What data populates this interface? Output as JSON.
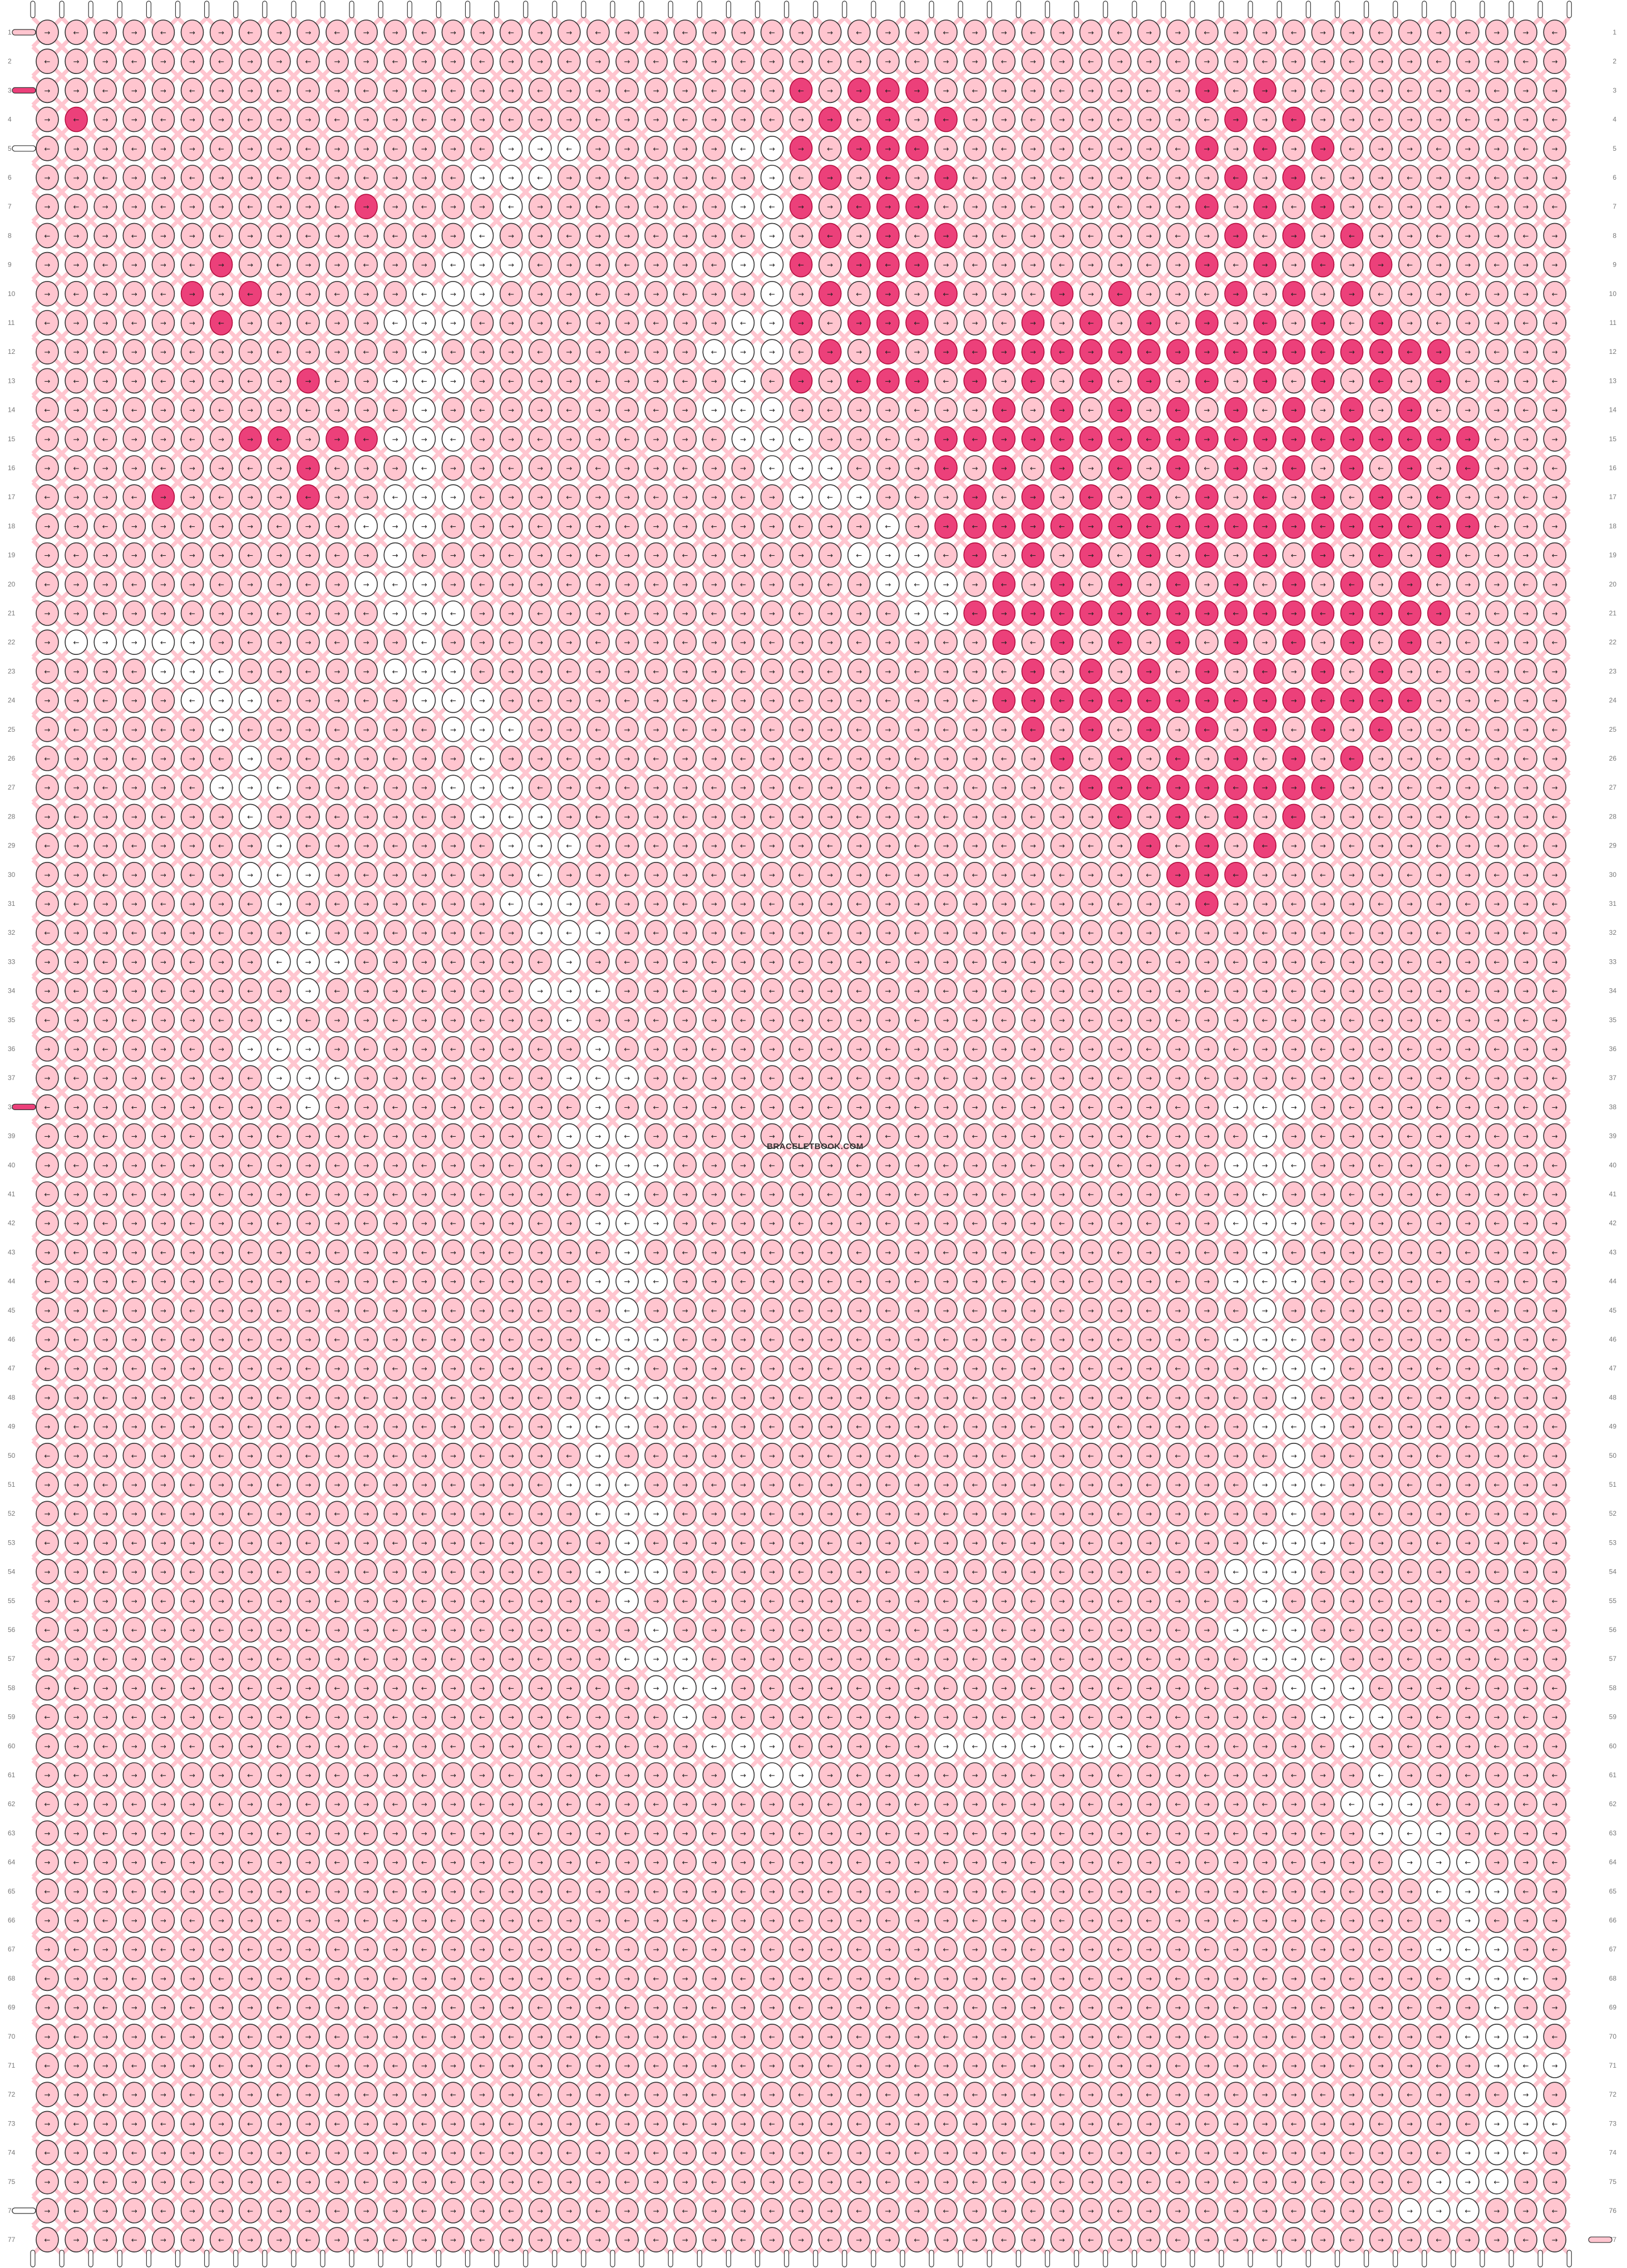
{
  "pattern": {
    "rows": 77,
    "columns": 53,
    "colors": {
      "background": "#ffc5cf",
      "highlight": "#ffffff",
      "accent": "#ec407a",
      "accent_dark": "#b0103e",
      "outline": "#333333"
    },
    "knot_icons": [
      "right-arrow-icon",
      "left-arrow-icon"
    ],
    "string_start_colors": [
      "background",
      "background",
      "accent",
      "background",
      "highlight",
      "background",
      "background"
    ],
    "watermark": "BRACELETBOOK.COM"
  }
}
